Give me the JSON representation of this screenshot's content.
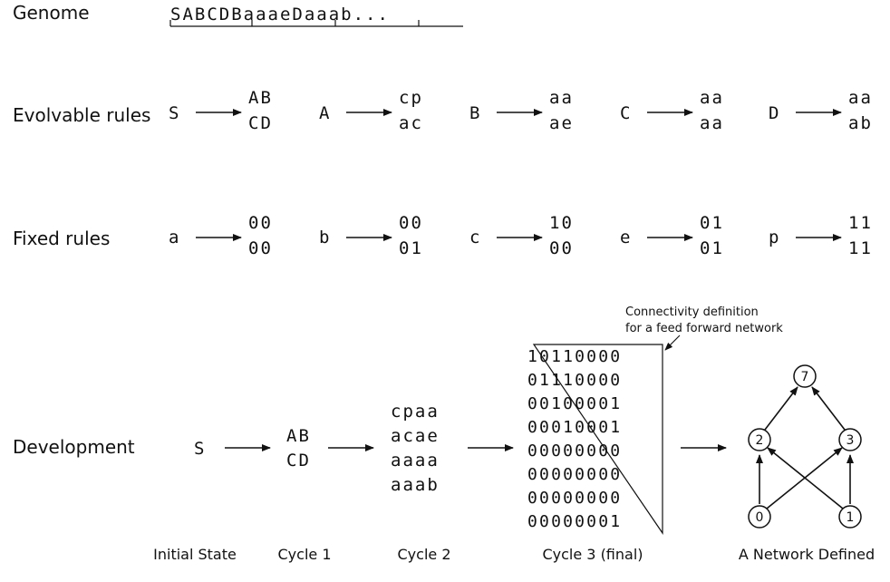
{
  "genome": {
    "label": "Genome",
    "sequence": "SABCDBaaaeDaaab..."
  },
  "evolvable": {
    "label": "Evolvable rules",
    "rules": [
      {
        "lhs": "S",
        "top": "AB",
        "bottom": "CD"
      },
      {
        "lhs": "A",
        "top": "cp",
        "bottom": "ac"
      },
      {
        "lhs": "B",
        "top": "aa",
        "bottom": "ae"
      },
      {
        "lhs": "C",
        "top": "aa",
        "bottom": "aa"
      },
      {
        "lhs": "D",
        "top": "aa",
        "bottom": "ab"
      }
    ]
  },
  "fixed": {
    "label": "Fixed rules",
    "rules": [
      {
        "lhs": "a",
        "top": "00",
        "bottom": "00"
      },
      {
        "lhs": "b",
        "top": "00",
        "bottom": "01"
      },
      {
        "lhs": "c",
        "top": "10",
        "bottom": "00"
      },
      {
        "lhs": "e",
        "top": "01",
        "bottom": "01"
      },
      {
        "lhs": "p",
        "top": "11",
        "bottom": "11"
      }
    ]
  },
  "development": {
    "label": "Development",
    "initial_symbol": "S",
    "cycle1": [
      "AB",
      "CD"
    ],
    "cycle2": [
      "cpaa",
      "acae",
      "aaaa",
      "aaab"
    ],
    "cycle3": [
      "10110000",
      "01110000",
      "00100001",
      "00010001",
      "00000000",
      "00000000",
      "00000000",
      "00000001"
    ],
    "annotation_line1": "Connectivity definition",
    "annotation_line2": "for a feed forward network",
    "captions": [
      "Initial State",
      "Cycle 1",
      "Cycle 2",
      "Cycle 3 (final)",
      "A Network Defined"
    ]
  },
  "network": {
    "nodes": [
      "0",
      "1",
      "2",
      "3",
      "7"
    ]
  }
}
